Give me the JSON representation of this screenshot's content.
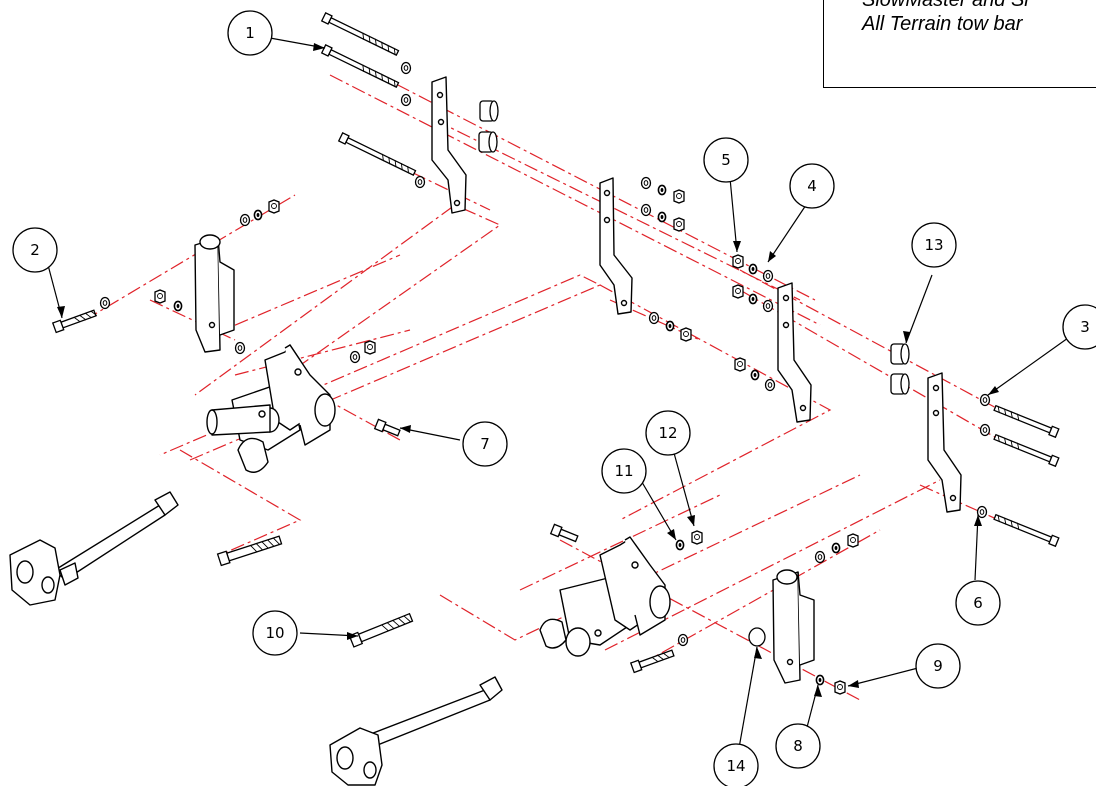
{
  "title_block": {
    "line1": "SlowMaster and Sl",
    "line2": "All Terrain tow bar"
  },
  "callouts": [
    "1",
    "2",
    "3",
    "4",
    "5",
    "6",
    "7",
    "8",
    "9",
    "10",
    "11",
    "12",
    "13",
    "14"
  ],
  "colors": {
    "ink": "#000000",
    "centerline": "#e0232a",
    "background": "#ffffff"
  }
}
